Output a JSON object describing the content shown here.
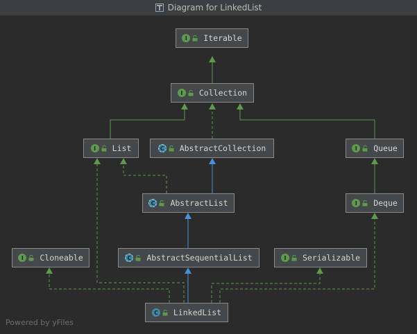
{
  "window": {
    "title": "Diagram for LinkedList",
    "title_icon": "diagram-icon"
  },
  "footer": {
    "text": "Powered by yFiles"
  },
  "colors": {
    "interface_edge": "#5d9a4c",
    "extends_edge": "#4a90d9"
  },
  "nodes": {
    "iterable": {
      "label": "Iterable",
      "kind_letter": "I",
      "kind": "interface"
    },
    "collection": {
      "label": "Collection",
      "kind_letter": "I",
      "kind": "interface"
    },
    "list": {
      "label": "List",
      "kind_letter": "I",
      "kind": "interface"
    },
    "abstract_collection": {
      "label": "AbstractCollection",
      "kind_letter": "C",
      "kind": "abstract-class"
    },
    "queue": {
      "label": "Queue",
      "kind_letter": "I",
      "kind": "interface"
    },
    "abstract_list": {
      "label": "AbstractList",
      "kind_letter": "C",
      "kind": "abstract-class"
    },
    "deque": {
      "label": "Deque",
      "kind_letter": "I",
      "kind": "interface"
    },
    "cloneable": {
      "label": "Cloneable",
      "kind_letter": "I",
      "kind": "interface"
    },
    "abstract_sequential_list": {
      "label": "AbstractSequentialList",
      "kind_letter": "C",
      "kind": "abstract-class"
    },
    "serializable": {
      "label": "Serializable",
      "kind_letter": "I",
      "kind": "interface"
    },
    "linked_list": {
      "label": "LinkedList",
      "kind_letter": "C",
      "kind": "class"
    }
  }
}
